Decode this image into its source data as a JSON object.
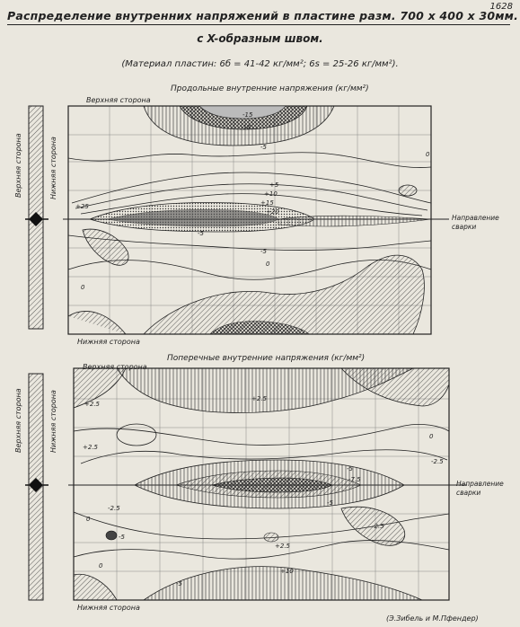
{
  "sheet_number": "1628",
  "title": "Распределение внутренних напряжений в пластине разм. 700 x 400 x 30мм.",
  "subtitle": "с X-образным швом.",
  "material": "(Материал пластин: 6б = 41-42 кг/мм²; 6s = 25-26 кг/мм²).",
  "panel_top": {
    "heading": "Продольные внутренние напряжения (кг/мм²)",
    "upper_side": "Верхняя сторона",
    "lower_side": "Нижняя сторона",
    "left_upper": "Верхняя сторона",
    "left_lower": "Нижняя сторона",
    "weld_direction": "Направление сварки",
    "contour_labels": [
      "-15",
      "-10",
      "-5",
      "0",
      "+5",
      "+10",
      "+15",
      "+20",
      "+25",
      "-5",
      "0",
      "-5",
      "0"
    ]
  },
  "panel_bottom": {
    "heading": "Поперечные внутренние напряжения (кг/мм²)",
    "upper_side": "Верхняя сторона",
    "lower_side": "Нижняя сторона",
    "left_upper": "Верхняя сторона",
    "left_lower": "Нижняя сторона",
    "weld_direction": "Направление сварки",
    "contour_labels": [
      "+2.5",
      "+2.5",
      "+2.5",
      "0",
      "-2.5",
      "-5",
      "-7.5",
      "-5",
      "-2.5",
      "0",
      "+2.5",
      "-2.5",
      "-5",
      "+10",
      "-5",
      "0"
    ]
  },
  "authors": "(Э.Зибель и М.Пфендер)"
}
